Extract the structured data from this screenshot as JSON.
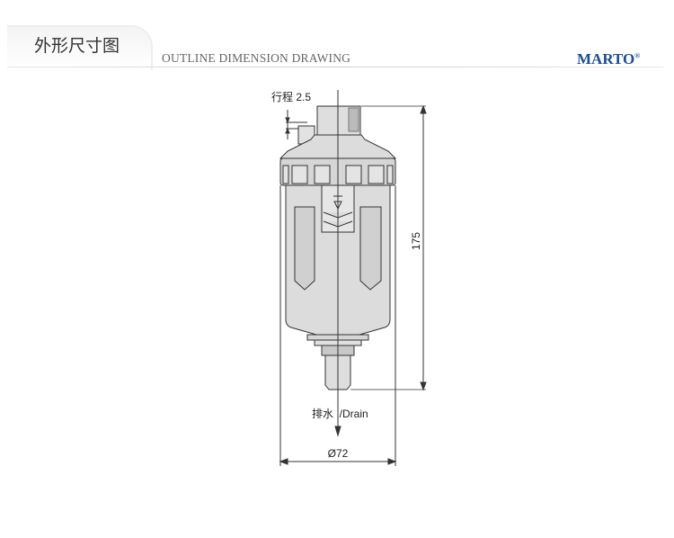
{
  "header": {
    "title": "外形尺寸图",
    "subtitle": "OUTLINE DIMENSION DRAWING",
    "brand": "MARTO",
    "brand_mark": "®"
  },
  "drawing": {
    "stroke_label": "行程  2.5",
    "height_label": "175",
    "diameter_label": "Ø72",
    "drain_label": "排水  /Drain"
  },
  "colors": {
    "brand": "#1b4d8e",
    "body_fill": "#dcdcdc"
  }
}
